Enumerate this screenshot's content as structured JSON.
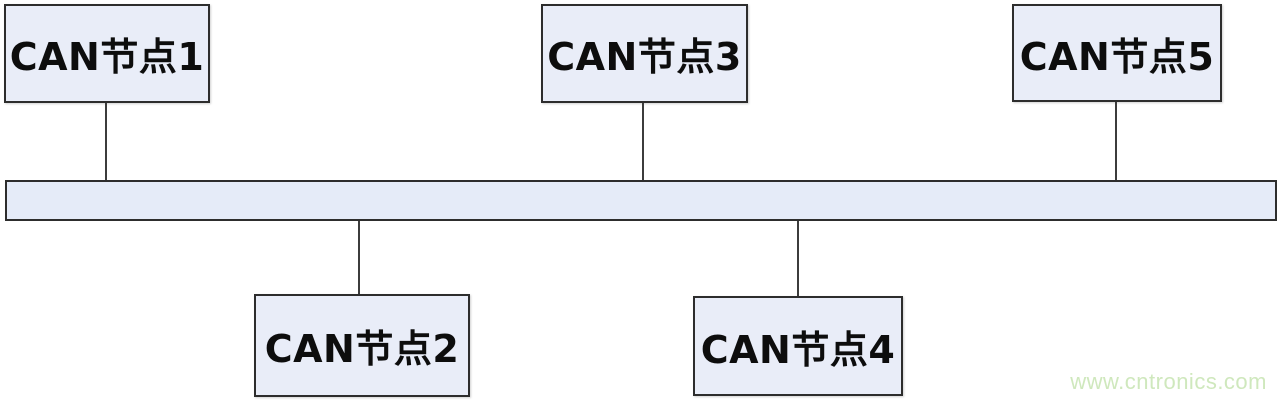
{
  "nodes": [
    {
      "label": "CAN节点1"
    },
    {
      "label": "CAN节点2"
    },
    {
      "label": "CAN节点3"
    },
    {
      "label": "CAN节点4"
    },
    {
      "label": "CAN节点5"
    }
  ],
  "bus": {
    "description": "CAN bus horizontal bar"
  },
  "watermark": {
    "text": "www.cntronics.com"
  },
  "colors": {
    "node_fill": "#e9edf8",
    "node_border": "#2d2d2d",
    "bus_fill": "#e5ebf8",
    "connector": "#3c3c3c",
    "watermark": "#cfe8bd",
    "background": "#ffffff",
    "label_text": "#0d0d0d"
  }
}
